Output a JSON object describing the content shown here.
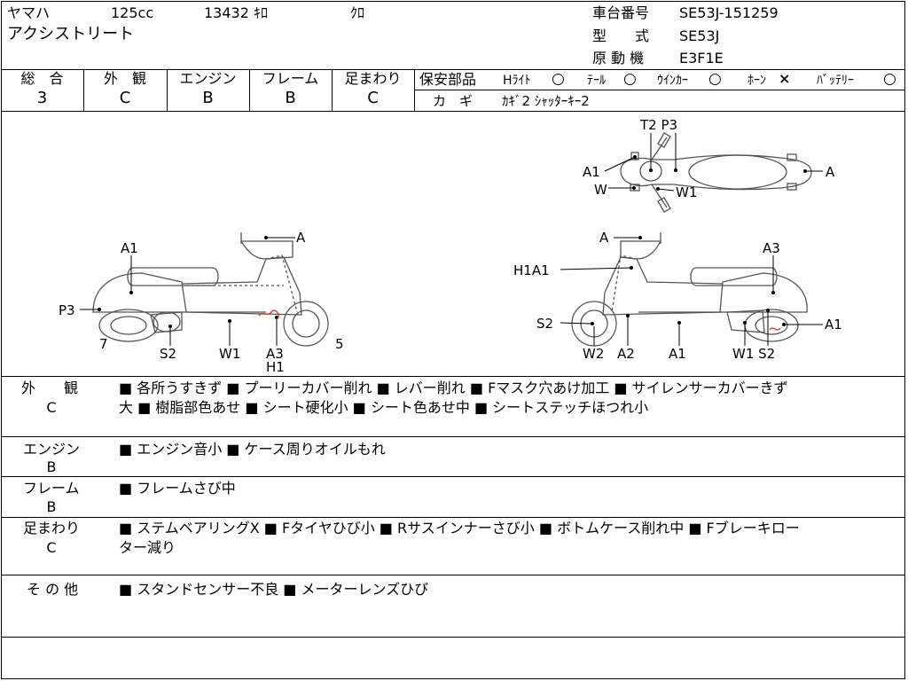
{
  "header": {
    "maker": "ヤマハ",
    "displacement": "125cc",
    "mileage": "13432 ｷﾛ",
    "color": "ｸﾛ",
    "model_name": "アクシストリート",
    "frame_no_label": "車台番号",
    "frame_no": "SE53J-151259",
    "type_label": "型　　式",
    "type": "SE53J",
    "engine_label": "原 動 機",
    "engine": "E3F1E"
  },
  "grades": {
    "overall_label": "総　合",
    "overall": "3",
    "exterior_label": "外　観",
    "exterior": "C",
    "engine_label": "エンジン",
    "engine": "B",
    "frame_label": "フレーム",
    "frame": "B",
    "suspension_label": "足まわり",
    "suspension": "C"
  },
  "safety": {
    "label": "保安部品",
    "headlight": "Hﾗｲﾄ",
    "headlight_mark": "○",
    "tail": "ﾃｰﾙ",
    "tail_mark": "○",
    "winker": "ｳｲﾝｶｰ",
    "winker_mark": "○",
    "horn": "ﾎｰﾝ",
    "horn_mark": "×",
    "battery": "ﾊﾞｯﾃﾘｰ",
    "battery_mark": "○",
    "key_label": "カ　ギ",
    "key_value": "ｶｷﾞ2 ｼｬｯﾀｰｷｰ2"
  },
  "diagram": {
    "top": {
      "t2p3": "T2 P3",
      "a1": "A1",
      "a": "A",
      "w": "W",
      "w1": "W1"
    },
    "left": {
      "a1": "A1",
      "a": "A",
      "p3": "P3",
      "seven": "7",
      "s2": "S2",
      "w1": "W1",
      "a3": "A3",
      "h1": "H1",
      "five": "5"
    },
    "right": {
      "a": "A",
      "a3": "A3",
      "h1a1": "H1A1",
      "s2": "S2",
      "w2": "W2",
      "a2": "A2",
      "a1": "A1",
      "w1s2": "W1 S2",
      "a1r": "A1"
    }
  },
  "remarks": [
    {
      "label": "外　　観",
      "grade": "C",
      "lines": [
        "■ 各所うすきず ■ プーリーカバー削れ ■ レバー削れ ■ Fマスク穴あけ加工 ■ サイレンサーカバーきず",
        "大 ■ 樹脂部色あせ ■ シート硬化小 ■ シート色あせ中 ■ シートステッチほつれ小"
      ]
    },
    {
      "label": "エンジン",
      "grade": "B",
      "lines": [
        "■ エンジン音小 ■ ケース周りオイルもれ"
      ]
    },
    {
      "label": "フレーム",
      "grade": "B",
      "lines": [
        "■ フレームさび中"
      ]
    },
    {
      "label": "足まわり",
      "grade": "C",
      "lines": [
        "■ ステムベアリングX ■ Fタイヤひび小 ■ Rサスインナーさび小 ■ ボトムケース削れ中 ■ Fブレーキロー",
        "ター減り"
      ]
    },
    {
      "label": "そ の 他",
      "grade": "",
      "lines": [
        "■ スタンドセンサー不良 ■ メーターレンズひび"
      ]
    }
  ]
}
